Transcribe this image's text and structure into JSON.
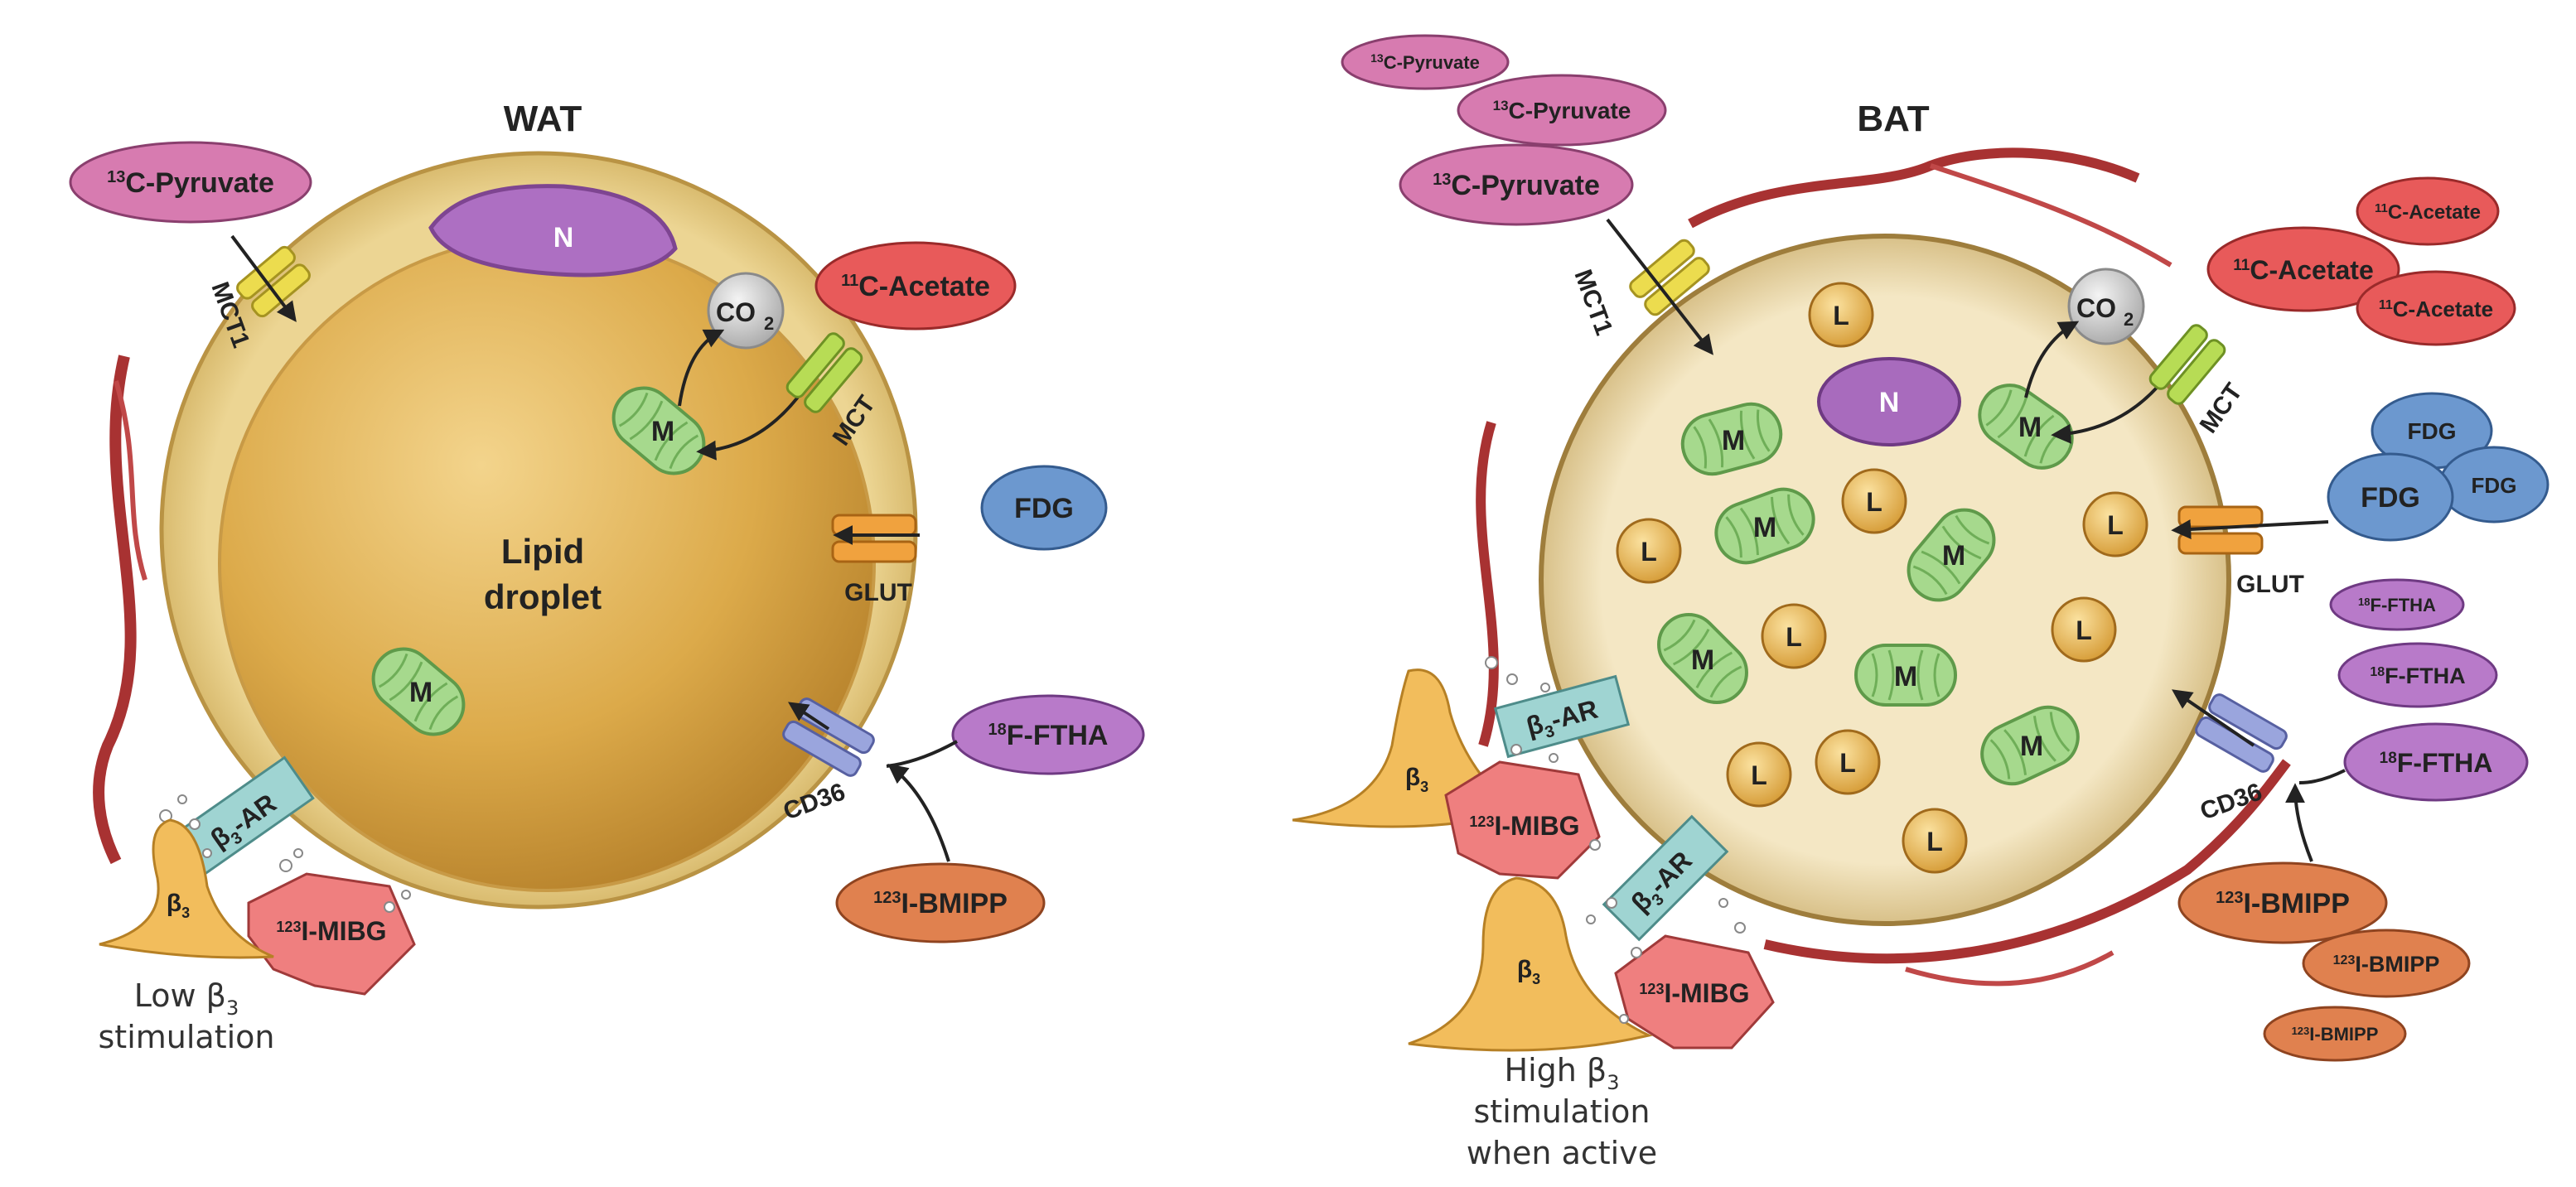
{
  "panels": {
    "wat": {
      "title": "WAT",
      "nucleus": "N",
      "droplet_line1": "Lipid",
      "droplet_line2": "droplet",
      "mito": "M",
      "co2": "CO",
      "co2_sub": "2",
      "transporters": {
        "mct1": "MCT1",
        "mct": "MCT",
        "glut": "GLUT",
        "cd36": "CD36"
      },
      "receptor": "β",
      "receptor_sub": "3",
      "receptor_tail": "-AR",
      "nerve": "β",
      "nerve_sub": "3",
      "tracers": {
        "pyruvate_sup": "13",
        "pyruvate": "C-Pyruvate",
        "acetate_sup": "11",
        "acetate": "C-Acetate",
        "fdg": "FDG",
        "ftha_sup": "18",
        "ftha": "F-FTHA",
        "bmipp_sup": "123",
        "bmipp": "I-BMIPP",
        "mibg_sup": "123",
        "mibg": "I-MIBG"
      },
      "caption_line1": "Low β",
      "caption_sub": "3",
      "caption_line2": "stimulation"
    },
    "bat": {
      "title": "BAT",
      "nucleus": "N",
      "mito": "M",
      "lipid": "L",
      "co2": "CO",
      "co2_sub": "2",
      "transporters": {
        "mct1": "MCT1",
        "mct": "MCT",
        "glut": "GLUT",
        "cd36": "CD36"
      },
      "receptor": "β",
      "receptor_sub": "3",
      "receptor_tail": "-AR",
      "nerve": "β",
      "nerve_sub": "3",
      "tracers": {
        "pyruvate_sup": "13",
        "pyruvate": "C-Pyruvate",
        "acetate_sup": "11",
        "acetate": "C-Acetate",
        "fdg": "FDG",
        "ftha_sup": "18",
        "ftha": "F-FTHA",
        "bmipp_sup": "123",
        "bmipp": "I-BMIPP",
        "mibg_sup": "123",
        "mibg": "I-MIBG"
      },
      "caption_line1": "High β",
      "caption_sub": "3",
      "caption_line2": "stimulation",
      "caption_line3": "when active"
    }
  },
  "colors": {
    "pyruvate": "#d77bb0",
    "acetate": "#e85a5a",
    "fdg": "#6c98cf",
    "ftha": "#b87ac9",
    "bmipp": "#e0814f",
    "mibg": "#ef7f7f",
    "receptor": "#9fd4d2",
    "mito": "#9fd488",
    "lipid": "#e8b54a",
    "nucleus": "#a86bbd",
    "wat_cell": "#e7c878",
    "bat_cell": "#f1e3bd",
    "vessel": "#b53a3a",
    "nerve": "#f2bd5c"
  }
}
